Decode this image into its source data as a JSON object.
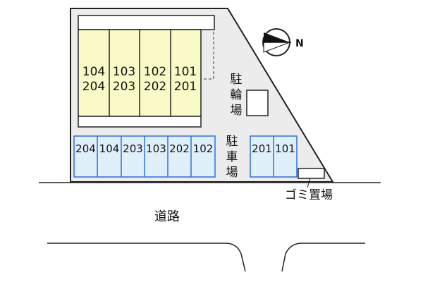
{
  "north_label": "N",
  "buildings": [
    {
      "top": "104",
      "bottom": "204"
    },
    {
      "top": "103",
      "bottom": "203"
    },
    {
      "top": "102",
      "bottom": "202"
    },
    {
      "top": "101",
      "bottom": "201"
    }
  ],
  "bicycle_parking": "駐輪場",
  "parking_label": "駐車場",
  "parking_left": [
    "204",
    "104",
    "203",
    "103",
    "202",
    "102"
  ],
  "parking_right": [
    "201",
    "101"
  ],
  "garbage_label": "ゴミ置場",
  "road_label": "道路",
  "colors": {
    "building_fill": "#fafac8",
    "parking_fill": "#e0f0fa",
    "parking_stroke": "#2f6fd6",
    "outline": "#222222"
  }
}
